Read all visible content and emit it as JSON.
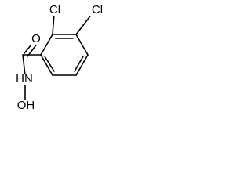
{
  "molecule": {
    "atoms": {
      "cl_upper": "Cl",
      "cl_right": "Cl",
      "carbonyl_oxygen": "O",
      "amide_nitrogen_h": "HN",
      "hydroxyl": "OH"
    }
  },
  "colors": {
    "bond": "#000000",
    "label": "#000000",
    "background": "#ffffff"
  }
}
